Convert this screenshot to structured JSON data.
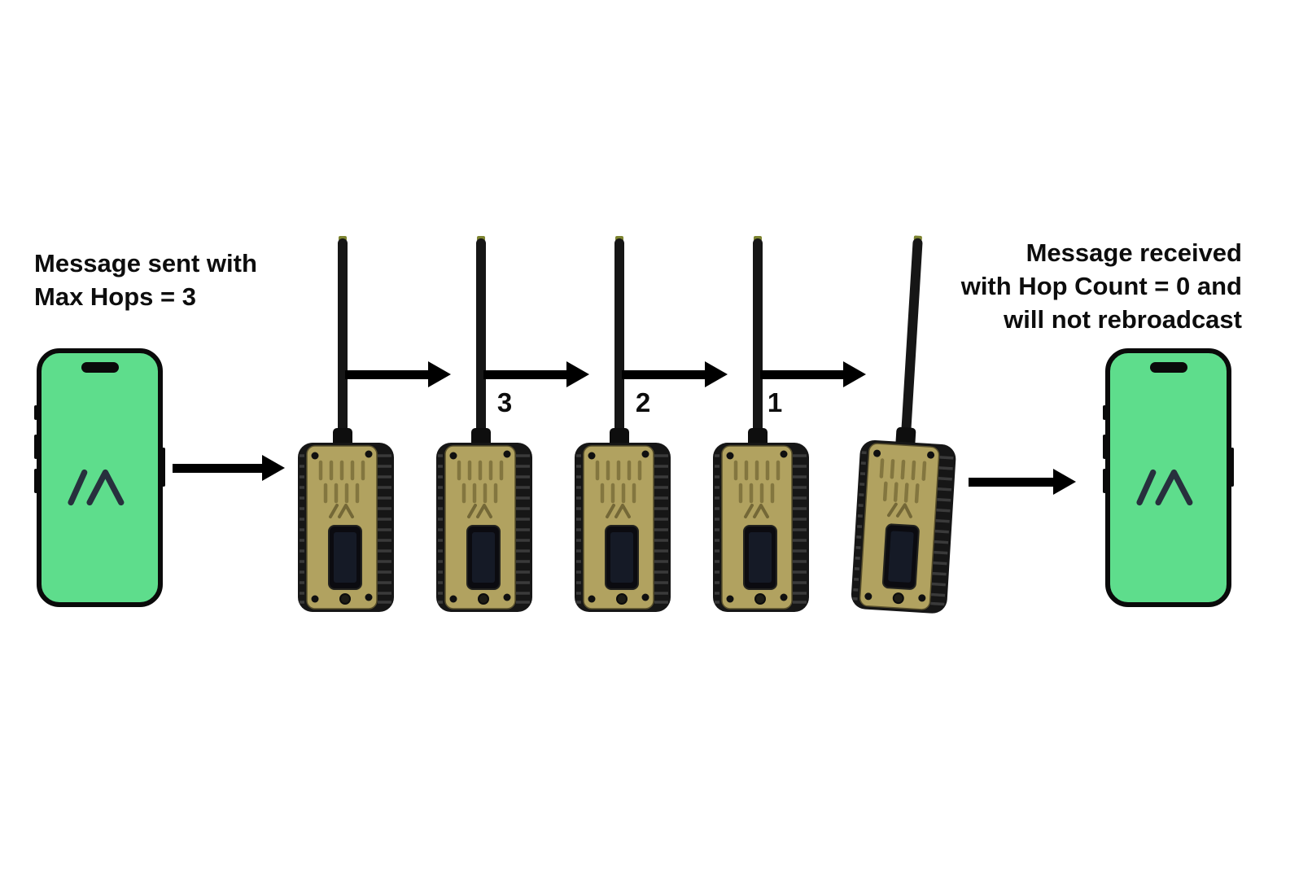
{
  "diagram": {
    "left_note": {
      "line1": "Message sent with",
      "line2": "Max Hops = 3"
    },
    "right_note": {
      "line1": "Message received",
      "line2": "with Hop Count = 0 and",
      "line3": "will not rebroadcast"
    },
    "hop_labels": [
      "3",
      "2",
      "1"
    ],
    "radio_count": 5,
    "colors": {
      "phone_screen_green": "#5edd8c",
      "radio_body_tan": "#b1a260",
      "arrow": "#000000",
      "text": "#0d0d0d",
      "logo_dark": "#27303d"
    }
  }
}
